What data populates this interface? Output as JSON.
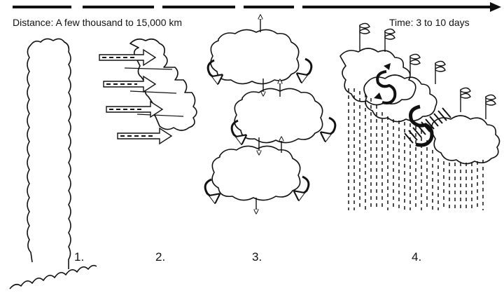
{
  "header": {
    "distance_label": "Distance: A few thousand to 15,000 km",
    "time_label": "Time: 3 to 10 days"
  },
  "stages": [
    {
      "number": "1."
    },
    {
      "number": "2."
    },
    {
      "number": "3."
    },
    {
      "number": "4."
    }
  ]
}
